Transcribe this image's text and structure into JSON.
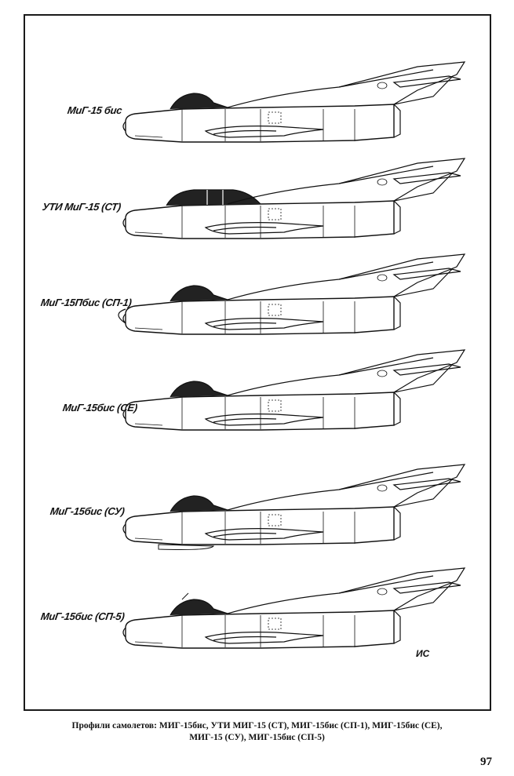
{
  "profiles": [
    {
      "label": "МиГ-15 бис",
      "variant": "bis"
    },
    {
      "label": "УТИ МиГ-15 (СТ)",
      "variant": "uti"
    },
    {
      "label": "МиГ-15Пбис (СП-1)",
      "variant": "radar"
    },
    {
      "label": "МиГ-15бис (СЕ)",
      "variant": "se"
    },
    {
      "label": "МиГ-15бис (СУ)",
      "variant": "su"
    },
    {
      "label": "МиГ-15бис (СП-5)",
      "variant": "sp5"
    }
  ],
  "signature": "ИС",
  "caption_line1": "Профили самолетов: МИГ-15бис, УТИ МИГ-15 (СТ), МИГ-15бис (СП-1), МИГ-15бис (СЕ),",
  "caption_line2": "МИГ-15 (СУ), МИГ-15бис (СП-5)",
  "page_number": "97"
}
